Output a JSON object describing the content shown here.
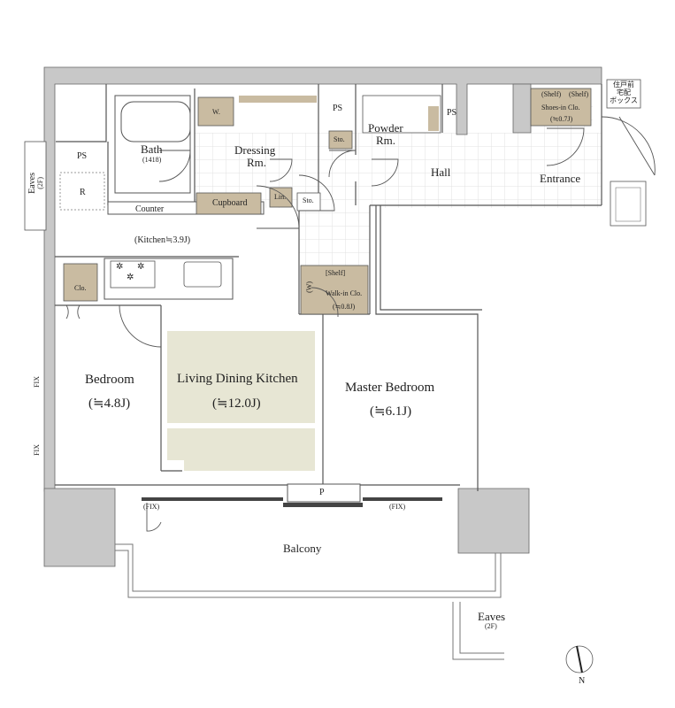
{
  "rooms": {
    "ldk_name": "Living Dining Kitchen",
    "ldk_size": "(≒12.0J)",
    "master_name": "Master Bedroom",
    "master_size": "(≒6.1J)",
    "bedroom_name": "Bedroom",
    "bedroom_size": "(≒4.8J)",
    "kitchen": "(Kitchen≒3.9J)",
    "bath": "Bath",
    "bath_size": "(1418)",
    "dressing_1": "Dressing",
    "dressing_2": "Rm.",
    "powder_1": "Powder",
    "powder_2": "Rm.",
    "hall": "Hall",
    "entrance": "Entrance",
    "balcony": "Balcony"
  },
  "fixtures": {
    "ps_left": "PS",
    "ps_mid": "PS",
    "ps_right": "PS",
    "r": "R",
    "counter": "Counter",
    "cupboard": "Cupboard",
    "lin": "Lin.",
    "sto_dress": "Sto.",
    "sto_powder": "Sto.",
    "washer": "W.",
    "clo": "Clo.",
    "shelf_wic": "[Shelf]",
    "w_wic": "(W)",
    "wic_name": "Walk-in Clo.",
    "wic_size": "(≒0.8J)",
    "shelf_a": "(Shelf)",
    "shelf_b": "(Shelf)",
    "shoes_name": "Shoes-in Clo.",
    "shoes_size": "(≒0.7J)",
    "delivery_box": "住戸前\n宅配\nボックス",
    "p": "P",
    "fix_balcony_left": "(FIX)",
    "fix_balcony_right": "(FIX)",
    "fix_wall_1": "FIX",
    "fix_wall_2": "FIX",
    "eaves_left": "Eaves",
    "eaves_left_floor": "(2F)",
    "eaves_bottom": "Eaves",
    "eaves_bottom_floor": "(2F)",
    "north": "N"
  },
  "colors": {
    "wall": "#c8c8c8",
    "ldk_floor": "#e7e6d4",
    "storage": "#c9bba1",
    "tile_grid": "#e2e2e2"
  }
}
